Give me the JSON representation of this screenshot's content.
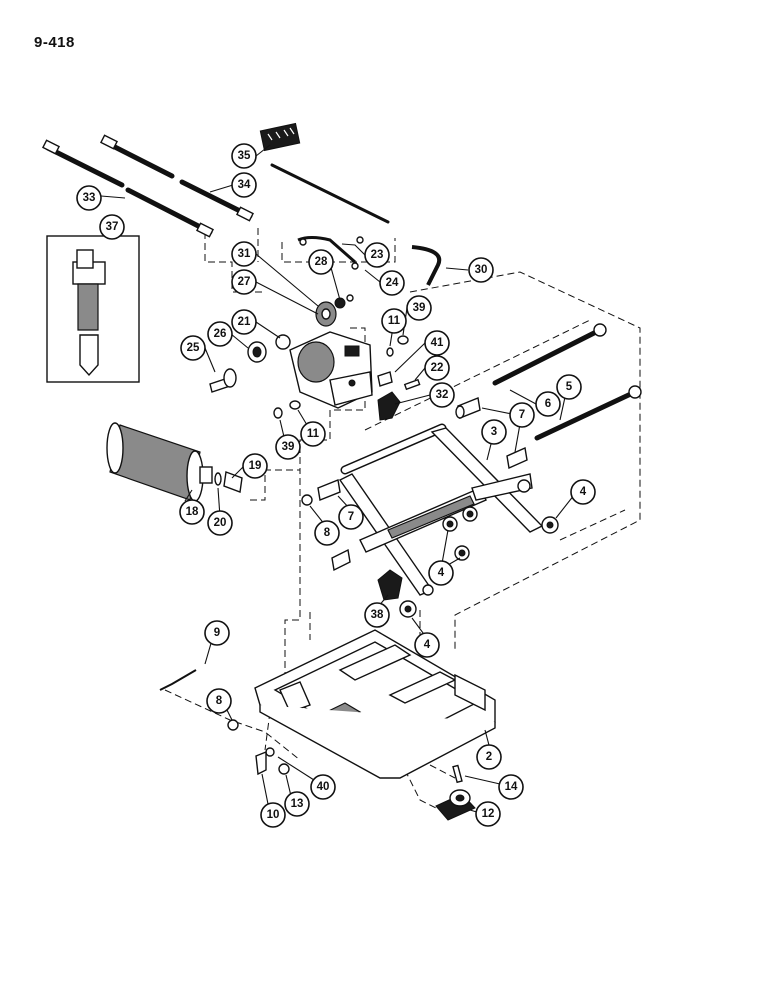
{
  "page": {
    "number": "9-418"
  },
  "callouts": [
    {
      "label": "35"
    },
    {
      "label": "34"
    },
    {
      "label": "33"
    },
    {
      "label": "37"
    },
    {
      "label": "23"
    },
    {
      "label": "24"
    },
    {
      "label": "30"
    },
    {
      "label": "31"
    },
    {
      "label": "28"
    },
    {
      "label": "27"
    },
    {
      "label": "39"
    },
    {
      "label": "11"
    },
    {
      "label": "21"
    },
    {
      "label": "26"
    },
    {
      "label": "25"
    },
    {
      "label": "41"
    },
    {
      "label": "22"
    },
    {
      "label": "32"
    },
    {
      "label": "6"
    },
    {
      "label": "5"
    },
    {
      "label": "7"
    },
    {
      "label": "3"
    },
    {
      "label": "39"
    },
    {
      "label": "11"
    },
    {
      "label": "19"
    },
    {
      "label": "18"
    },
    {
      "label": "20"
    },
    {
      "label": "4"
    },
    {
      "label": "8"
    },
    {
      "label": "7"
    },
    {
      "label": "4"
    },
    {
      "label": "38"
    },
    {
      "label": "4"
    },
    {
      "label": "9"
    },
    {
      "label": "8"
    },
    {
      "label": "2"
    },
    {
      "label": "40"
    },
    {
      "label": "13"
    },
    {
      "label": "10"
    },
    {
      "label": "14"
    },
    {
      "label": "12"
    }
  ]
}
